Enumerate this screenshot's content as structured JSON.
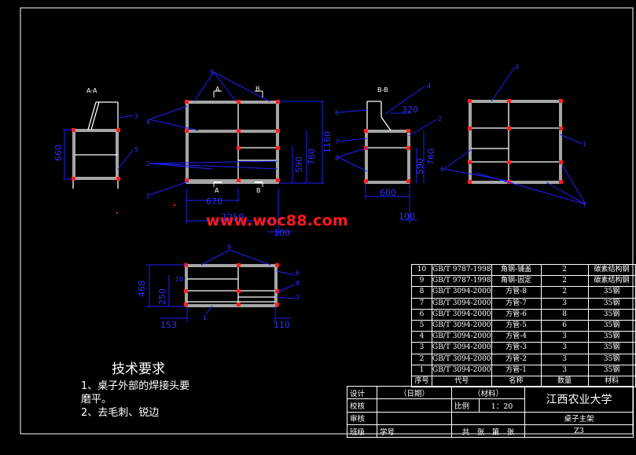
{
  "watermark": "www.woc88.com",
  "views": {
    "section_aa": "A-A",
    "section_bb": "B-B",
    "cut_a": "A",
    "cut_b": "B"
  },
  "dimensions": {
    "d660": "660",
    "d670": "670",
    "d1250": "1250",
    "d100": "100",
    "d1160": "1160",
    "d760": "760",
    "d590": "590",
    "d320": "320",
    "d600": "600",
    "d468": "468",
    "d250": "250",
    "d153": "153",
    "d110": "110"
  },
  "balloons": [
    "1",
    "2",
    "3",
    "4",
    "5",
    "6",
    "7",
    "8",
    "9",
    "10"
  ],
  "tech_requirements": {
    "title": "技术要求",
    "item1_line1": "1、桌子外部的焊接头要",
    "item1_line2": "磨平。",
    "item2": "2、去毛刺、锐边"
  },
  "bom": {
    "rows": [
      {
        "no": "10",
        "code": "GB/T 9787-1998",
        "name": "角钢-铺盖",
        "qty": "2",
        "material": "碳素结构钢"
      },
      {
        "no": "9",
        "code": "GB/T 9787-1998",
        "name": "角钢-固定",
        "qty": "2",
        "material": "碳素结构钢"
      },
      {
        "no": "8",
        "code": "GB/T 3094-2000",
        "name": "方管-8",
        "qty": "2",
        "material": "35钢"
      },
      {
        "no": "7",
        "code": "GB/T 3094-2000",
        "name": "方管-7",
        "qty": "3",
        "material": "35钢"
      },
      {
        "no": "6",
        "code": "GB/T 3094-2000",
        "name": "方管-6",
        "qty": "8",
        "material": "35钢"
      },
      {
        "no": "5",
        "code": "GB/T 3094-2000",
        "name": "方管-5",
        "qty": "6",
        "material": "35钢"
      },
      {
        "no": "4",
        "code": "GB/T 3094-2000",
        "name": "方管-4",
        "qty": "3",
        "material": "35钢"
      },
      {
        "no": "3",
        "code": "GB/T 3094-2000",
        "name": "方管-3",
        "qty": "3",
        "material": "35钢"
      },
      {
        "no": "2",
        "code": "GB/T 3094-2000",
        "name": "方管-2",
        "qty": "3",
        "material": "35钢"
      },
      {
        "no": "1",
        "code": "GB/T 3094-2000",
        "name": "方管-1",
        "qty": "3",
        "material": "35钢"
      }
    ],
    "header": {
      "no": "序号",
      "code": "代号",
      "name": "名称",
      "qty": "数量",
      "material": "材料"
    }
  },
  "title_block": {
    "design": "设计",
    "date": "（日期）",
    "material": "（材料）",
    "school": "江西农业大学",
    "check": "校核",
    "scale_label": "比例",
    "scale": "1：20",
    "review": "审核",
    "part_name": "桌子主架",
    "class": "班级",
    "student_id": "学号",
    "sheets": "共　张　第　张",
    "drawing_no": "Z3"
  },
  "colors": {
    "frame": "#ffffff",
    "dimension": "#0000ff",
    "joint": "#ff0000",
    "watermark": "#ff1a1a"
  }
}
